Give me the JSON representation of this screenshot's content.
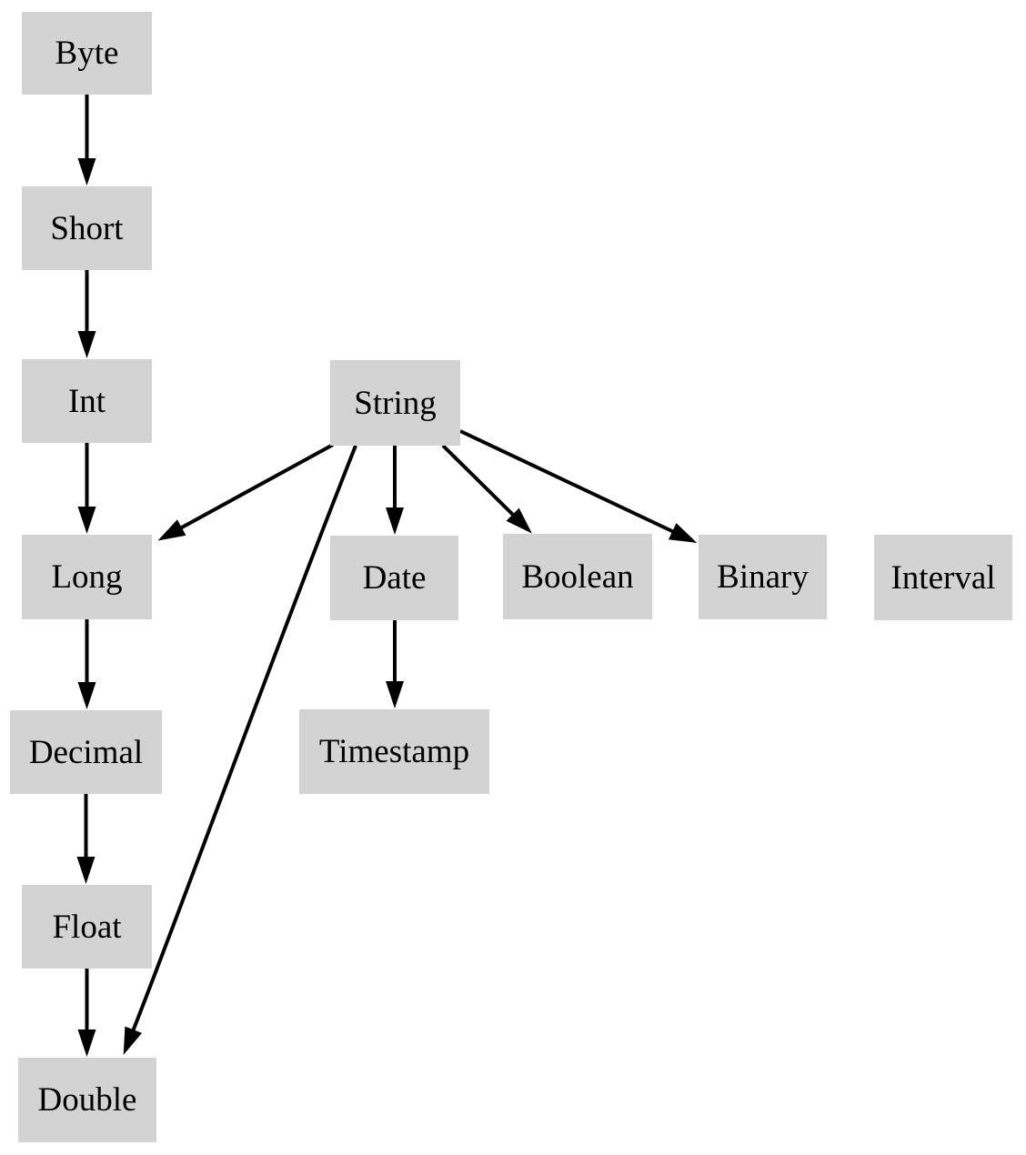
{
  "diagram": {
    "type": "directed-graph",
    "description": "Data type implicit coercion precedence diagram",
    "colors": {
      "background": "#ffffff",
      "node_fill": "#d3d3d3",
      "node_text": "#000000",
      "edge": "#000000"
    },
    "nodes": [
      {
        "id": "byte",
        "label": "Byte"
      },
      {
        "id": "short",
        "label": "Short"
      },
      {
        "id": "int",
        "label": "Int"
      },
      {
        "id": "long",
        "label": "Long"
      },
      {
        "id": "decimal",
        "label": "Decimal"
      },
      {
        "id": "float",
        "label": "Float"
      },
      {
        "id": "double",
        "label": "Double"
      },
      {
        "id": "string",
        "label": "String"
      },
      {
        "id": "date",
        "label": "Date"
      },
      {
        "id": "timestamp",
        "label": "Timestamp"
      },
      {
        "id": "boolean",
        "label": "Boolean"
      },
      {
        "id": "binary",
        "label": "Binary"
      },
      {
        "id": "interval",
        "label": "Interval"
      }
    ],
    "edges": [
      {
        "from": "Byte",
        "to": "Short"
      },
      {
        "from": "Short",
        "to": "Int"
      },
      {
        "from": "Int",
        "to": "Long"
      },
      {
        "from": "Long",
        "to": "Decimal"
      },
      {
        "from": "Decimal",
        "to": "Float"
      },
      {
        "from": "Float",
        "to": "Double"
      },
      {
        "from": "String",
        "to": "Long"
      },
      {
        "from": "String",
        "to": "Date"
      },
      {
        "from": "String",
        "to": "Boolean"
      },
      {
        "from": "String",
        "to": "Binary"
      },
      {
        "from": "String",
        "to": "Double"
      },
      {
        "from": "Date",
        "to": "Timestamp"
      }
    ]
  }
}
